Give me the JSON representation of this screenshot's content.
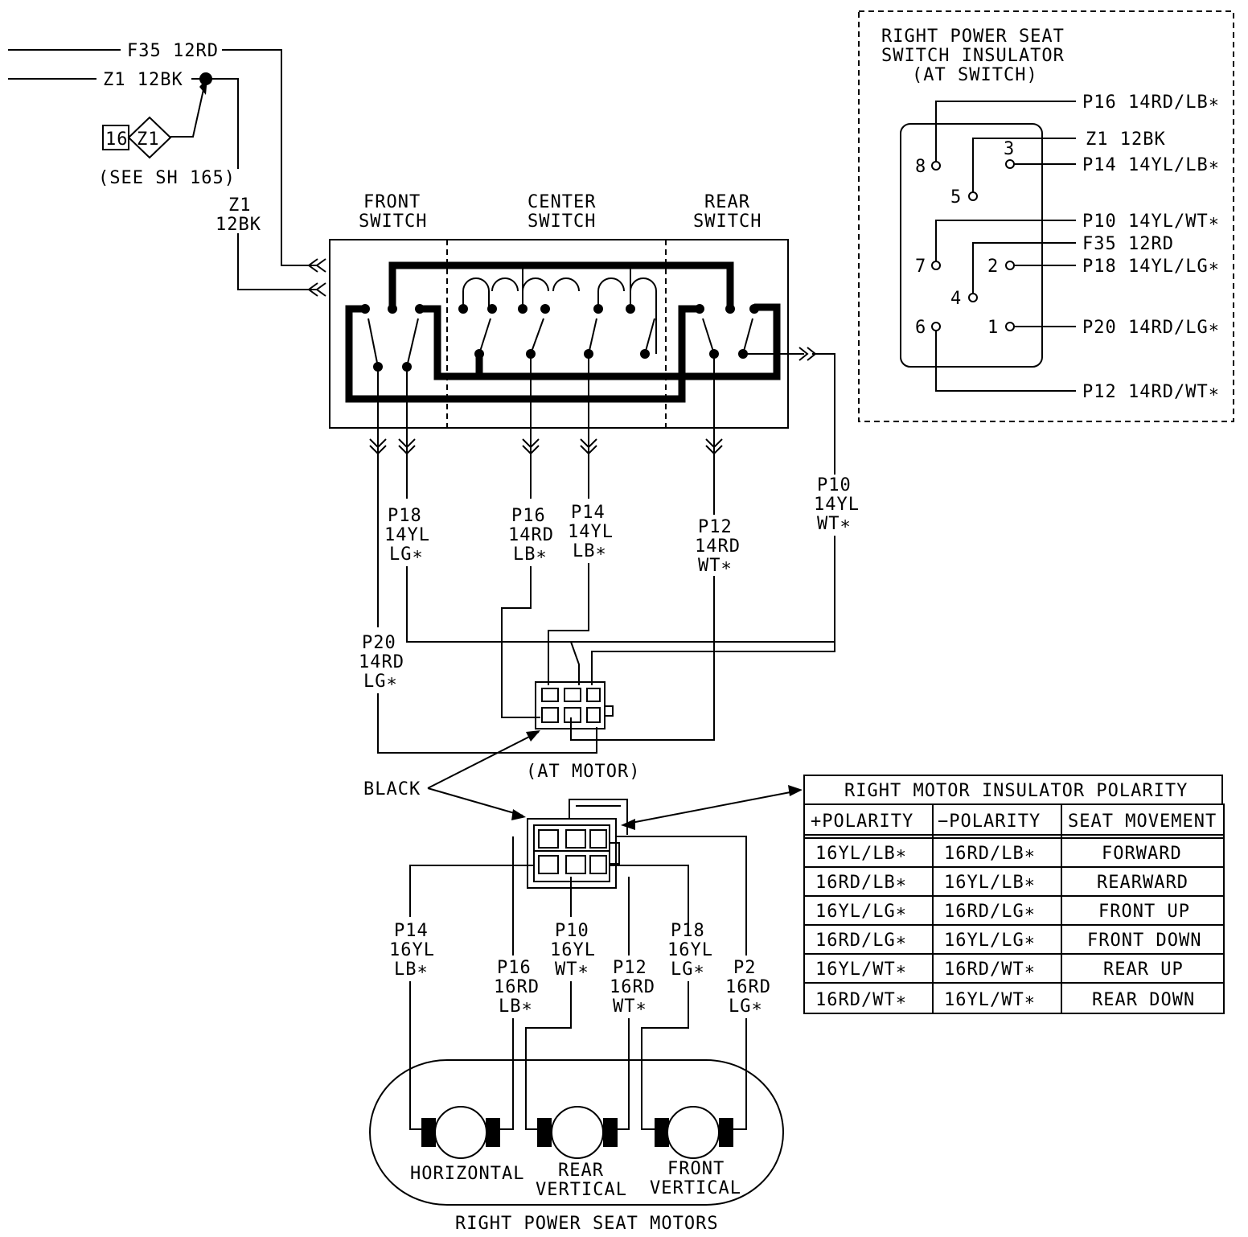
{
  "wires_top": {
    "f35": "F35 12RD",
    "z1": "Z1 12BK",
    "z1_vertical": [
      "Z1",
      "12BK"
    ]
  },
  "ground_ref": {
    "box_left": "16",
    "box_right": "Z1",
    "see": "(SEE SH 165)"
  },
  "switch_labels": {
    "front": [
      "FRONT",
      "SWITCH"
    ],
    "center": [
      "CENTER",
      "SWITCH"
    ],
    "rear": [
      "REAR",
      "SWITCH"
    ]
  },
  "switch_wires": {
    "p18": [
      "P18",
      "14YL",
      "LG∗"
    ],
    "p16": [
      "P16",
      "14RD",
      "LB∗"
    ],
    "p14": [
      "P14",
      "14YL",
      "LB∗"
    ],
    "p12": [
      "P12",
      "14RD",
      "WT∗"
    ],
    "p10": [
      "P10",
      "14YL",
      "WT∗"
    ],
    "p20": [
      "P20",
      "14RD",
      "LG∗"
    ]
  },
  "connector": {
    "at_motor": "(AT MOTOR)",
    "black": "BLACK"
  },
  "motor_wires": {
    "p14": [
      "P14",
      "16YL",
      "LB∗"
    ],
    "p16": [
      "P16",
      "16RD",
      "LB∗"
    ],
    "p10": [
      "P10",
      "16YL",
      "WT∗"
    ],
    "p12": [
      "P12",
      "16RD",
      "WT∗"
    ],
    "p18": [
      "P18",
      "16YL",
      "LG∗"
    ],
    "p2": [
      "P2",
      "16RD",
      "LG∗"
    ]
  },
  "motors": {
    "horizontal": "HORIZONTAL",
    "rear_vertical": [
      "REAR",
      "VERTICAL"
    ],
    "front_vertical": [
      "FRONT",
      "VERTICAL"
    ],
    "group_title": "RIGHT POWER SEAT MOTORS"
  },
  "insulator": {
    "title": [
      "RIGHT POWER SEAT",
      "SWITCH INSULATOR",
      "(AT SWITCH)"
    ],
    "pins": {
      "p8": "8",
      "p5": "5",
      "p3": "3",
      "p7": "7",
      "p2": "2",
      "p4": "4",
      "p6": "6",
      "p1": "1"
    },
    "wires": {
      "w8": "P16 14RD/LB∗",
      "w5": "Z1 12BK",
      "w3": "P14 14YL/LB∗",
      "w7": "P10 14YL/WT∗",
      "w4": "F35 12RD",
      "w2": "P18 14YL/LG∗",
      "w1": "P20 14RD/LG∗",
      "w6": "P12 14RD/WT∗"
    }
  },
  "polarity_table": {
    "title": "RIGHT MOTOR INSULATOR POLARITY",
    "headers": [
      "+POLARITY",
      "−POLARITY",
      "SEAT MOVEMENT"
    ],
    "rows": [
      [
        "16YL/LB∗",
        "16RD/LB∗",
        "FORWARD"
      ],
      [
        "16RD/LB∗",
        "16YL/LB∗",
        "REARWARD"
      ],
      [
        "16YL/LG∗",
        "16RD/LG∗",
        "FRONT UP"
      ],
      [
        "16RD/LG∗",
        "16YL/LG∗",
        "FRONT DOWN"
      ],
      [
        "16YL/WT∗",
        "16RD/WT∗",
        "REAR UP"
      ],
      [
        "16RD/WT∗",
        "16YL/WT∗",
        "REAR DOWN"
      ]
    ]
  }
}
